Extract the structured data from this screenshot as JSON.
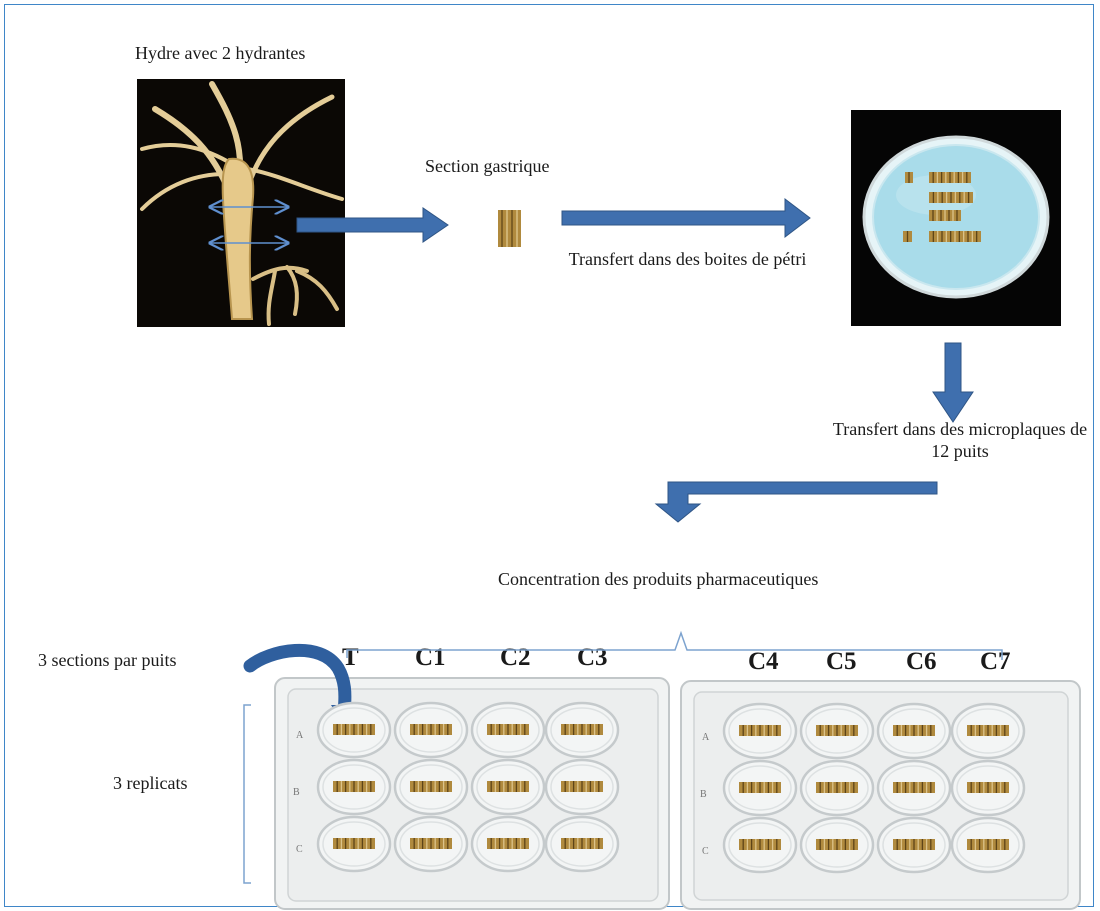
{
  "labels": {
    "hydra_title": "Hydre avec 2 hydrantes",
    "gastric_section": "Section gastrique",
    "transfer_petri": "Transfert dans des boites de pétri",
    "transfer_microplates": "Transfert dans des microplaques de 12 puits",
    "concentration": "Concentration des produits pharmaceutiques",
    "sections_per_well": "3 sections par puits",
    "replicates": "3 replicats"
  },
  "columns_plate1": [
    "T",
    "C1",
    "C2",
    "C3"
  ],
  "columns_plate2": [
    "C4",
    "C5",
    "C6",
    "C7"
  ],
  "row_letters": [
    "A",
    "B",
    "C"
  ],
  "colors": {
    "arrow": "#3f6fae",
    "frame": "#3f86c8",
    "bracket": "#7da3cf",
    "petri_liquid": "#a9dcea",
    "section_tan": "#b08a3e"
  }
}
